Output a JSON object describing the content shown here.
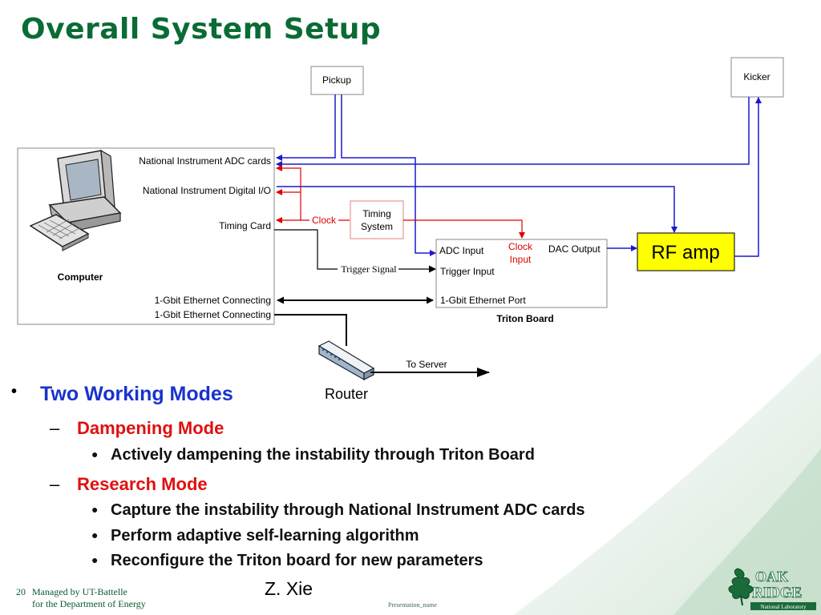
{
  "slide": {
    "title": "Overall System Setup",
    "page_number": "20",
    "managed_by_line1": "Managed by UT-Battelle",
    "managed_by_line2": "for the Department of Energy",
    "presentation_name": "Presentation_name",
    "author": "Z. Xie",
    "logo": {
      "line1": "OAK",
      "line2": "RIDGE",
      "line3": "National Laboratory",
      "icon": "oak-leaf-icon"
    }
  },
  "diagram": {
    "pickup": "Pickup",
    "kicker": "Kicker",
    "computer": {
      "label": "Computer",
      "ports": {
        "adc": "National Instrument ADC cards",
        "dio": "National Instrument Digital I/O",
        "timing_card": "Timing Card",
        "eth1": "1-Gbit Ethernet Connecting",
        "eth2": "1-Gbit Ethernet Connecting"
      }
    },
    "timing_system": {
      "line1": "Timing",
      "line2": "System"
    },
    "clock": "Clock",
    "trigger_signal": "Trigger Signal",
    "triton": {
      "label": "Triton Board",
      "adc_input": "ADC Input",
      "clock_input_line1": "Clock",
      "clock_input_line2": "Input",
      "dac_output": "DAC Output",
      "trigger_input": "Trigger Input",
      "eth_port": "1-Gbit Ethernet Port"
    },
    "rf_amp": "RF amp",
    "to_server": "To Server",
    "router": "Router",
    "colors": {
      "blue": "#1a1acc",
      "red": "#e00000",
      "black": "#000000",
      "rf_fill": "#ffff00"
    }
  },
  "bullets": {
    "level1": "Two Working Modes",
    "dampening": {
      "title": "Dampening Mode",
      "items": [
        "Actively dampening the instability through Triton Board"
      ]
    },
    "research": {
      "title": "Research Mode",
      "items": [
        "Capture the instability through National Instrument ADC cards",
        "Perform adaptive self-learning algorithm",
        "Reconfigure the Triton board for new parameters"
      ]
    }
  }
}
